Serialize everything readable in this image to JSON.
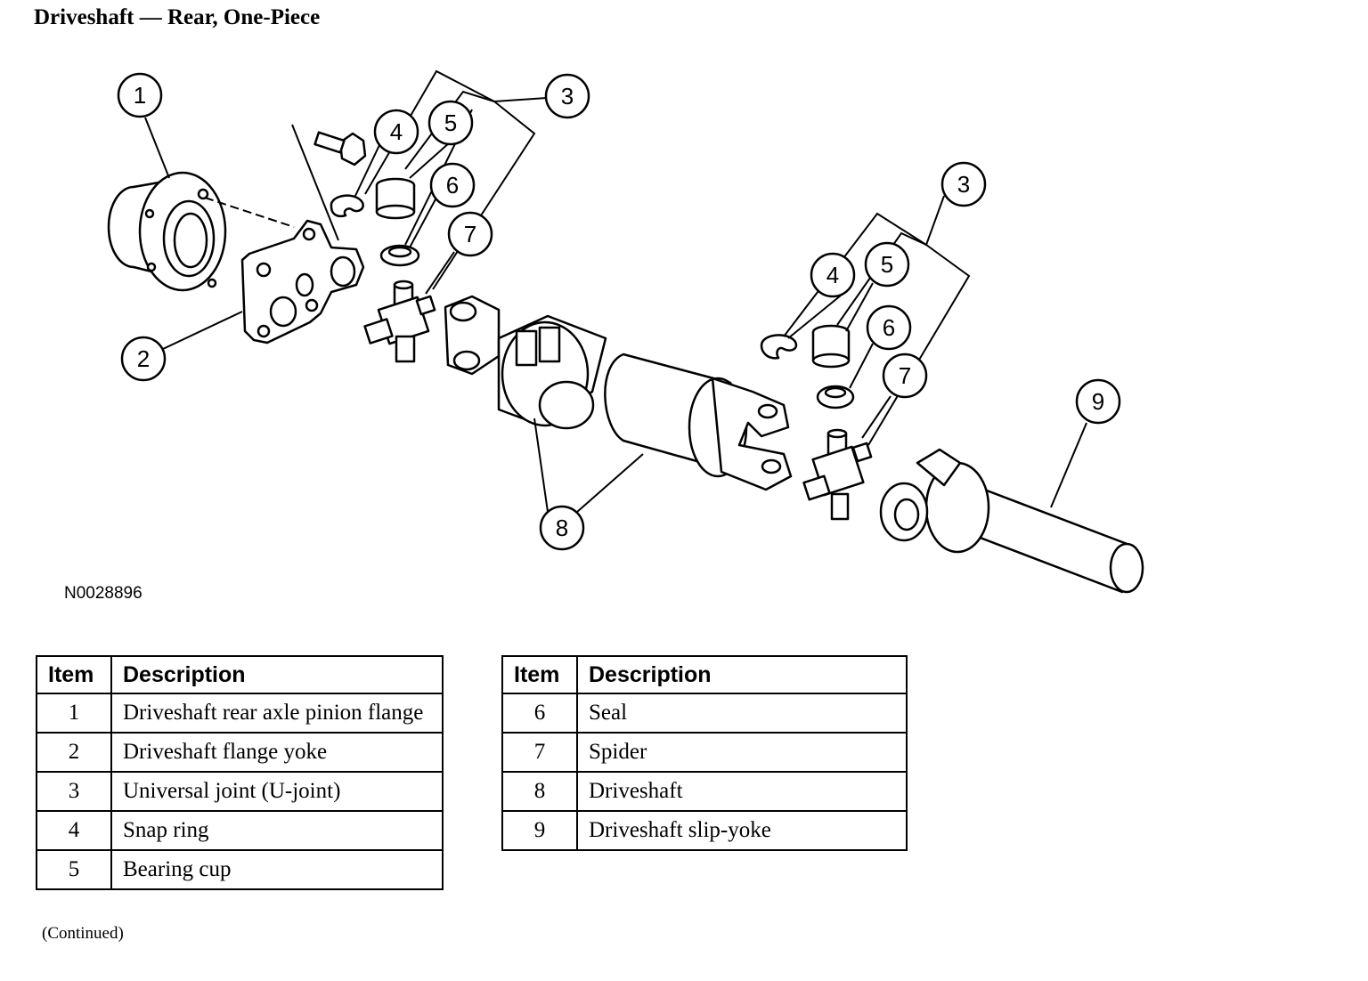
{
  "title": "Driveshaft — Rear, One-Piece",
  "figure_id": "N0028896",
  "continued": "(Continued)",
  "callouts": {
    "c1": "1",
    "c2": "2",
    "c3a": "3",
    "c4a": "4",
    "c5a": "5",
    "c6a": "6",
    "c7a": "7",
    "c8": "8",
    "c3b": "3",
    "c4b": "4",
    "c5b": "5",
    "c6b": "6",
    "c7b": "7",
    "c9": "9"
  },
  "legend": {
    "header_item": "Item",
    "header_desc": "Description",
    "rows": [
      {
        "item": "1",
        "desc": "Driveshaft rear axle pinion flange"
      },
      {
        "item": "2",
        "desc": "Driveshaft flange yoke"
      },
      {
        "item": "3",
        "desc": "Universal joint (U-joint)"
      },
      {
        "item": "4",
        "desc": "Snap ring"
      },
      {
        "item": "5",
        "desc": "Bearing cup"
      },
      {
        "item": "6",
        "desc": "Seal"
      },
      {
        "item": "7",
        "desc": "Spider"
      },
      {
        "item": "8",
        "desc": "Driveshaft"
      },
      {
        "item": "9",
        "desc": "Driveshaft slip-yoke"
      }
    ]
  }
}
